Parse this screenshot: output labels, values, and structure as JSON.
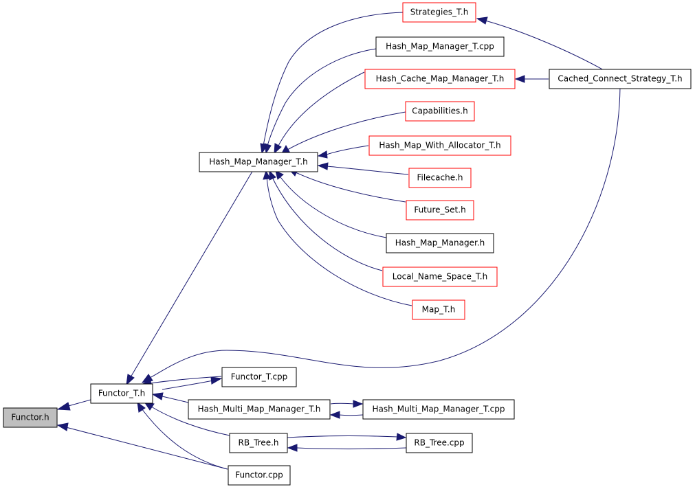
{
  "nodes": {
    "strategies_t_h": "Strategies_T.h",
    "hash_map_manager_t_cpp": "Hash_Map_Manager_T.cpp",
    "hash_cache_map_manager_t_h": "Hash_Cache_Map_Manager_T.h",
    "cached_connect_strategy_t_h": "Cached_Connect_Strategy_T.h",
    "capabilities_h": "Capabilities.h",
    "hash_map_manager_t_h": "Hash_Map_Manager_T.h",
    "hash_map_with_allocator_t_h": "Hash_Map_With_Allocator_T.h",
    "filecache_h": "Filecache.h",
    "future_set_h": "Future_Set.h",
    "hash_map_manager_h": "Hash_Map_Manager.h",
    "local_name_space_t_h": "Local_Name_Space_T.h",
    "map_t_h": "Map_T.h",
    "functor_t_cpp": "Functor_T.cpp",
    "functor_t_h": "Functor_T.h",
    "hash_multi_map_manager_t_h": "Hash_Multi_Map_Manager_T.h",
    "hash_multi_map_manager_t_cpp": "Hash_Multi_Map_Manager_T.cpp",
    "functor_h": "Functor.h",
    "rb_tree_h": "RB_Tree.h",
    "rb_tree_cpp": "RB_Tree.cpp",
    "functor_cpp": "Functor.cpp"
  },
  "colors": {
    "edge": "#191970",
    "linked_border": "#000000",
    "unlinked_border": "#ff0000",
    "current_fill": "#bfbfbf"
  }
}
